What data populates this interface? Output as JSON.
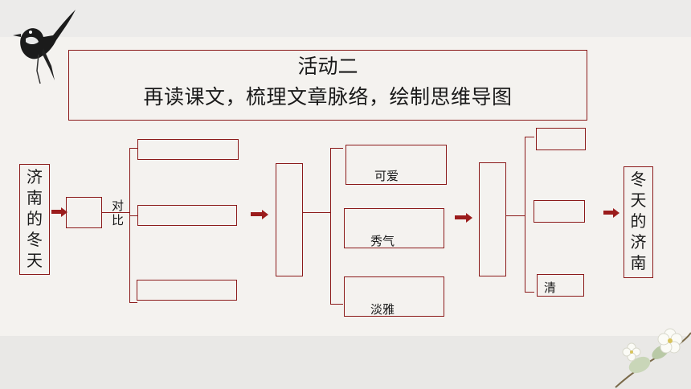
{
  "title": {
    "line1": "活动二",
    "line2": "再读课文，梳理文章脉络，绘制思维导图"
  },
  "left_box": {
    "label": "济南的冬天"
  },
  "contrast_label": "对比",
  "middle_items": [
    {
      "label": ""
    },
    {
      "label": ""
    },
    {
      "label": ""
    }
  ],
  "feature_items": [
    {
      "label": "可爱"
    },
    {
      "label": "秀气"
    },
    {
      "label": "淡雅"
    }
  ],
  "right_items": [
    {
      "label": ""
    },
    {
      "label": ""
    },
    {
      "label": "清"
    }
  ],
  "right_box": {
    "label": "冬天的济南"
  },
  "colors": {
    "accent": "#8b1a1a",
    "arrow": "#9b1c1c",
    "background": "#f4f2ef"
  }
}
